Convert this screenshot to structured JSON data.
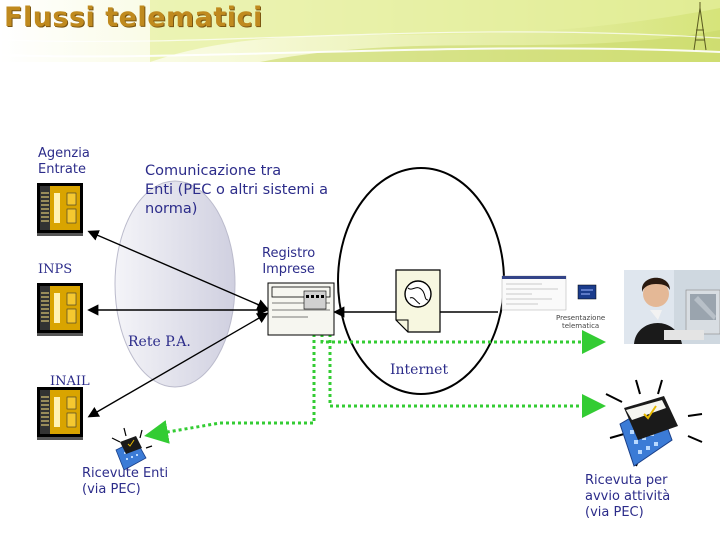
{
  "slide": {
    "title": "Flussi telematici"
  },
  "labels": {
    "agenzia": "Agenzia\nEntrate",
    "comunicazione": "Comunicazione tra\nEnti (PEC o altri sistemi a\nnorma)",
    "registro": "Registro\nImprese",
    "inps": "INPS",
    "rete_pa": "Rete P.A.",
    "internet": "Internet",
    "inail": "INAIL",
    "ricevute_enti": "Ricevute Enti\n(via PEC)",
    "ricevuta_avvio": "Ricevuta per\navvio attività\n(via PEC)",
    "presentazione": "Presentazione\ntelematica"
  },
  "colors": {
    "title": "#c08a1e",
    "label_text": "#2c2c8a",
    "green_dashed": "#33cc33",
    "banner": "#d9e87a",
    "server": "#d9a400",
    "ellipse_fill": "#e6e6f0"
  },
  "icons": [
    "server-icon",
    "server-icon",
    "server-icon",
    "document-icon",
    "globe-document-icon",
    "computer-icon",
    "person-photo",
    "building-icon",
    "envelope-icon",
    "tower-icon"
  ]
}
